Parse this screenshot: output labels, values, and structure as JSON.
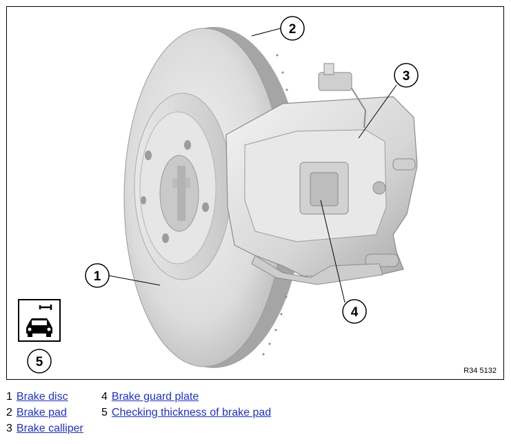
{
  "figure_code": "R34 5132",
  "callouts": [
    "1",
    "2",
    "3",
    "4",
    "5"
  ],
  "legend": [
    {
      "num": "1",
      "label": "Brake disc"
    },
    {
      "num": "2",
      "label": "Brake pad"
    },
    {
      "num": "3",
      "label": "Brake calliper"
    },
    {
      "num": "4",
      "label": "Brake guard plate"
    },
    {
      "num": "5",
      "label": "Checking thickness of brake pad"
    }
  ],
  "icons": {
    "service": "wrench-car-icon"
  }
}
